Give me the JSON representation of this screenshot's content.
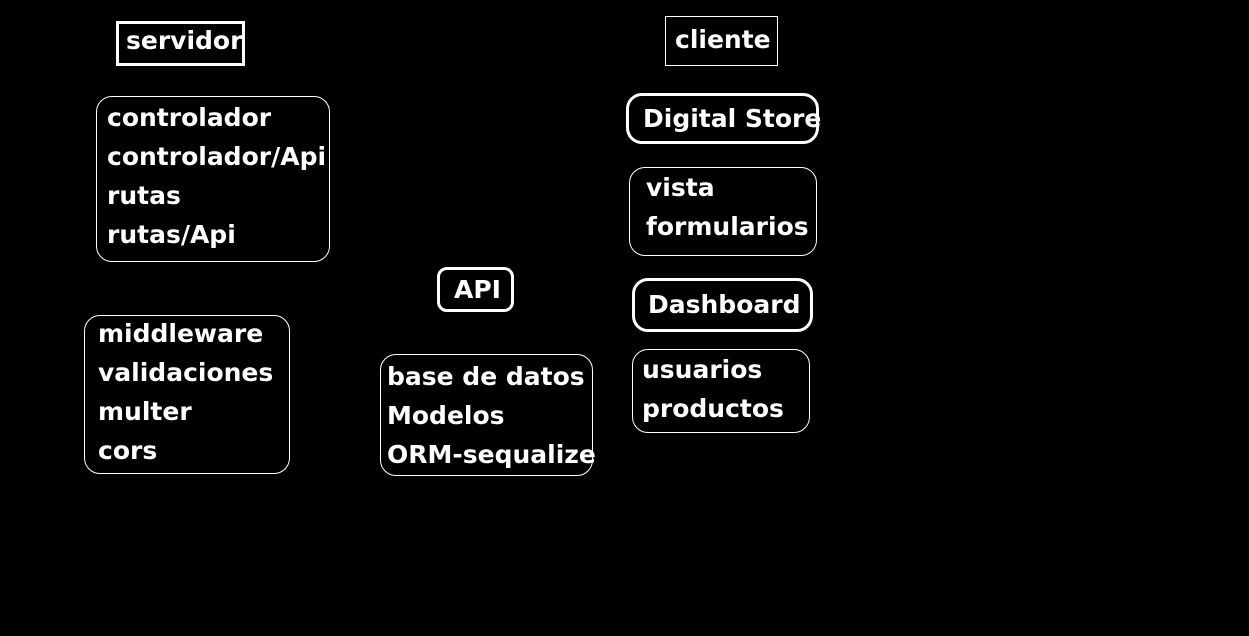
{
  "servidor": {
    "title": "servidor",
    "routing_items": [
      "controlador",
      "controlador/Api",
      "rutas",
      "rutas/Api"
    ],
    "middleware_items": [
      "middleware",
      "validaciones",
      "multer",
      "cors"
    ]
  },
  "api": {
    "title": "API",
    "database_items": [
      "base de datos",
      "Modelos",
      "ORM-sequalize"
    ]
  },
  "cliente": {
    "title": "cliente",
    "store_title": "Digital Store",
    "store_items": [
      "vista",
      "formularios"
    ],
    "dashboard_title": "Dashboard",
    "dashboard_items": [
      "usuarios",
      "productos"
    ]
  }
}
